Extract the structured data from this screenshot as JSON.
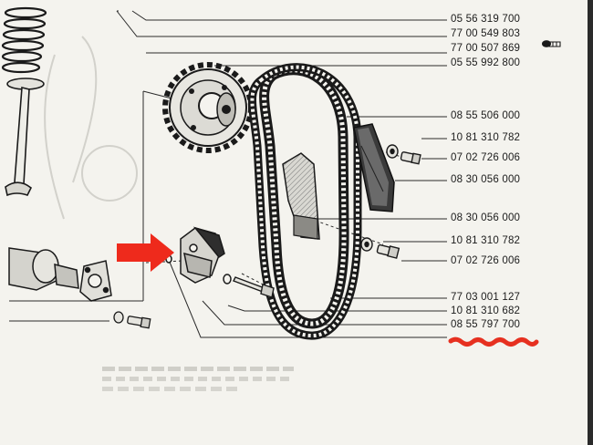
{
  "part_numbers": [
    {
      "text": "05 56 319 700",
      "highlighted": false
    },
    {
      "text": "77 00 549 803",
      "highlighted": false
    },
    {
      "text": "77 00 507 869",
      "highlighted": false
    },
    {
      "text": "05 55 992 800",
      "highlighted": false
    },
    {
      "text": "08 55 506 000",
      "highlighted": false
    },
    {
      "text": "10 81 310 782",
      "highlighted": false
    },
    {
      "text": "07 02 726 006",
      "highlighted": false
    },
    {
      "text": "08 30 056 000",
      "highlighted": false
    },
    {
      "text": "08 30 056 000",
      "highlighted": false
    },
    {
      "text": "10 81 310 782",
      "highlighted": false
    },
    {
      "text": "07 02 726 006",
      "highlighted": false
    },
    {
      "text": "77 03 001 127",
      "highlighted": false
    },
    {
      "text": "10 81 310 682",
      "highlighted": false
    },
    {
      "text": "08 55 797 700",
      "highlighted": true
    }
  ],
  "colors": {
    "paper": "#f4f3ee",
    "ink": "#1b1b1b",
    "arrow": "#ee2a1c",
    "scribble": "#e63020"
  },
  "icons": {
    "pointer_arrow": "red-arrow-icon",
    "screw_symbol": "screw-icon"
  }
}
